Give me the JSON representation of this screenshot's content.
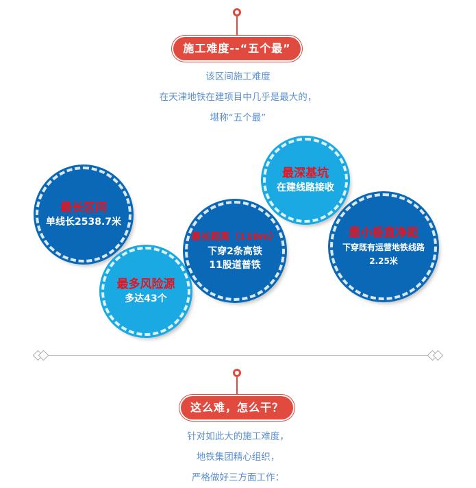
{
  "section1": {
    "badge": "施工难度--“五个最”",
    "lines": [
      "该区间施工难度",
      "在天津地铁在建项目中几乎是最大的，",
      "堪称“五个最”"
    ]
  },
  "circles": [
    {
      "title": "最长区间",
      "lines": [
        "单线长2538.7米"
      ]
    },
    {
      "title": "最多风险源",
      "lines": [
        "多达43个"
      ]
    },
    {
      "title": "最长距离（110m）",
      "lines": [
        "下穿2条高铁",
        "11股道普铁"
      ]
    },
    {
      "title": "最深基坑",
      "lines": [
        "在建线路接收"
      ]
    },
    {
      "title": "最小垂直净距",
      "lines": [
        "下穿既有运营地铁线路",
        "2.25米"
      ]
    }
  ],
  "section2": {
    "badge": "这么难，怎么干？",
    "lines": [
      "针对如此大的施工难度，",
      "地铁集团精心组织，",
      "严格做好三方面工作："
    ]
  }
}
